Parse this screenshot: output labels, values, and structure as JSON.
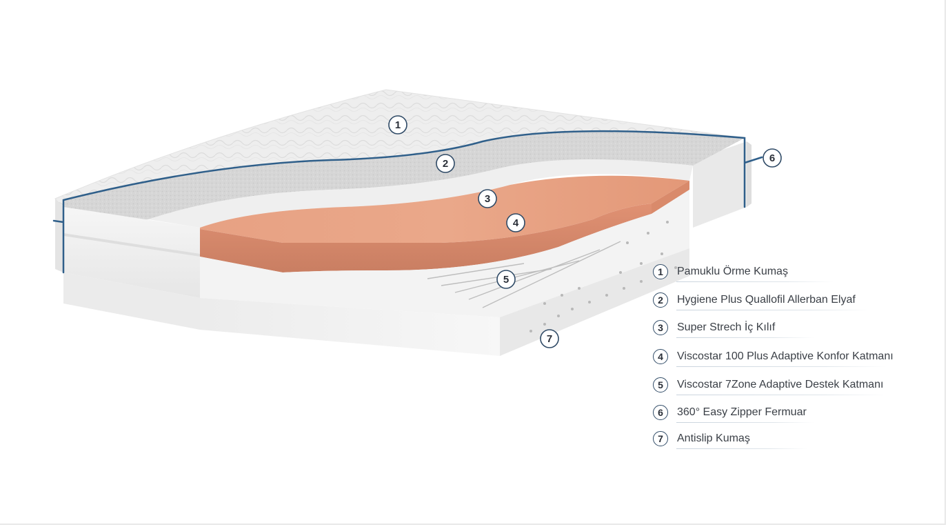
{
  "markers": [
    {
      "num": "1"
    },
    {
      "num": "2"
    },
    {
      "num": "3"
    },
    {
      "num": "4"
    },
    {
      "num": "5"
    },
    {
      "num": "6"
    },
    {
      "num": "7"
    }
  ],
  "legend": [
    {
      "num": "1",
      "label": "Pamuklu Örme Kumaş"
    },
    {
      "num": "2",
      "label": "Hygiene Plus Quallofil Allerban Elyaf"
    },
    {
      "num": "3",
      "label": "Super Strech İç Kılıf"
    },
    {
      "num": "4",
      "label": "Viscostar 100 Plus Adaptive Konfor Katmanı"
    },
    {
      "num": "5",
      "label": "Viscostar 7Zone Adaptive Destek Katmanı"
    },
    {
      "num": "6",
      "label": "360° Easy Zipper Fermuar"
    },
    {
      "num": "7",
      "label": "Antislip Kumaş"
    }
  ],
  "colors": {
    "zipper": "#2f5f8a",
    "foam": "#e49a7a",
    "marker_border": "#2f4a66"
  }
}
